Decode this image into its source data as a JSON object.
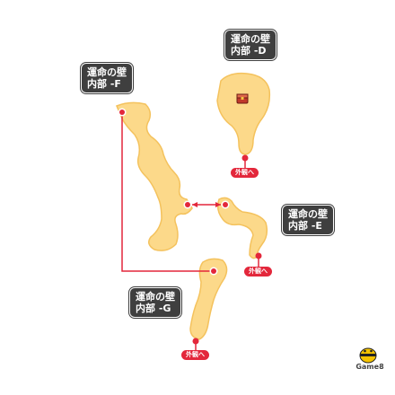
{
  "areas": [
    {
      "line1": "運命の壁",
      "line2": "内部 -D"
    },
    {
      "line1": "運命の壁",
      "line2": "内部 -F"
    },
    {
      "line1": "運命の壁",
      "line2": "内部 -E"
    },
    {
      "line1": "運命の壁",
      "line2": "内部 -G"
    }
  ],
  "exits": [
    "外観へ",
    "外観へ",
    "外観へ"
  ],
  "brand": "Game8",
  "colors": {
    "floor": "#fcd98a",
    "floor_edge": "#f4c25d",
    "route": "#e3273b",
    "label_bg": "#3f3f3f"
  },
  "icons": {
    "treasure": "treasure-chest-icon",
    "marker": "location-marker-icon",
    "brand": "bee-logo-icon"
  }
}
